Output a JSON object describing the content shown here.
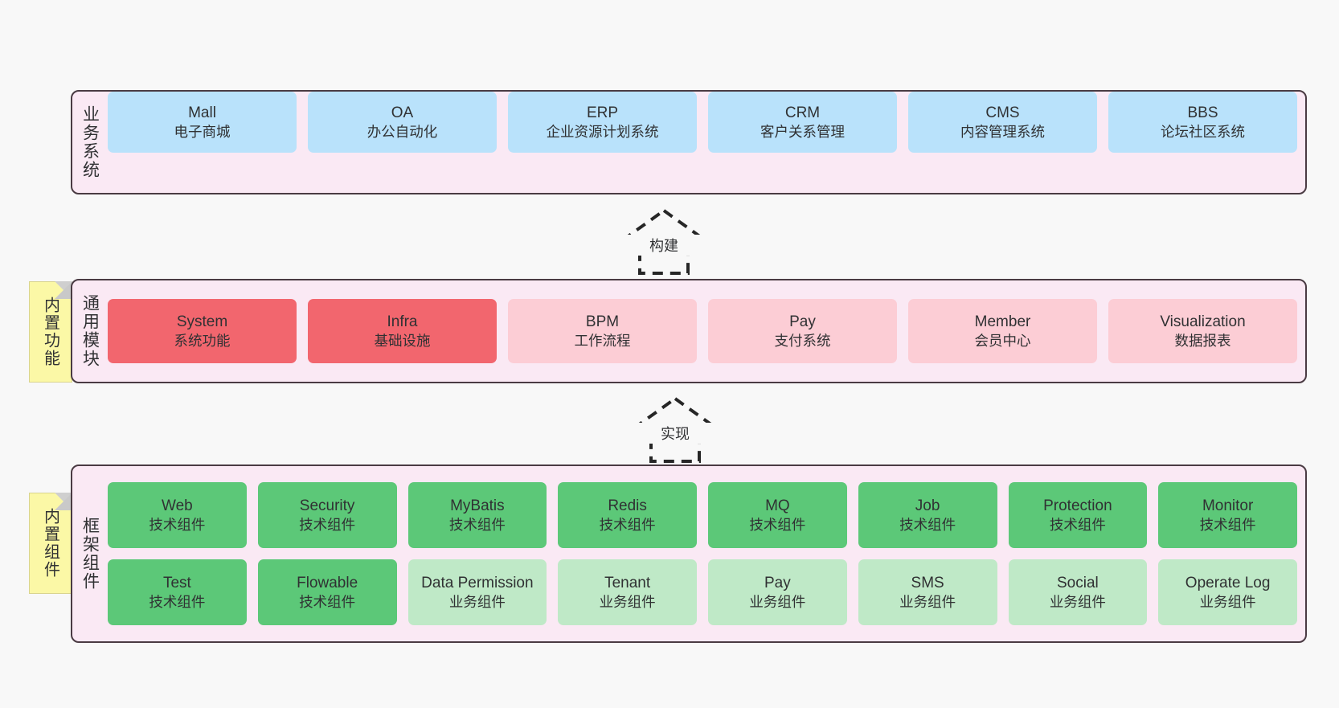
{
  "theme": {
    "page_bg": "#f8f8f8",
    "band_bg": "#fae9f4",
    "band_border": "#4a3b43",
    "blue": "#b9e2fb",
    "red": "#f2666e",
    "pink": "#fccdd5",
    "green": "#5cc878",
    "green_lite": "#bfe9c7",
    "sticky_yellow": "#fbf8a6"
  },
  "layers": {
    "business": {
      "title": "业务系统",
      "cards": [
        {
          "name": "Mall",
          "desc": "电子商城"
        },
        {
          "name": "OA",
          "desc": "办公自动化"
        },
        {
          "name": "ERP",
          "desc": "企业资源计划系统"
        },
        {
          "name": "CRM",
          "desc": "客户关系管理"
        },
        {
          "name": "CMS",
          "desc": "内容管理系统"
        },
        {
          "name": "BBS",
          "desc": "论坛社区系统"
        }
      ]
    },
    "common": {
      "title": "通用模块",
      "sticky": "内置功能",
      "cards": [
        {
          "name": "System",
          "desc": "系统功能"
        },
        {
          "name": "Infra",
          "desc": "基础设施"
        },
        {
          "name": "BPM",
          "desc": "工作流程"
        },
        {
          "name": "Pay",
          "desc": "支付系统"
        },
        {
          "name": "Member",
          "desc": "会员中心"
        },
        {
          "name": "Visualization",
          "desc": "数据报表"
        }
      ]
    },
    "framework": {
      "title": "框架组件",
      "sticky": "内置组件",
      "row1": [
        {
          "name": "Web",
          "desc": "技术组件"
        },
        {
          "name": "Security",
          "desc": "技术组件"
        },
        {
          "name": "MyBatis",
          "desc": "技术组件"
        },
        {
          "name": "Redis",
          "desc": "技术组件"
        },
        {
          "name": "MQ",
          "desc": "技术组件"
        },
        {
          "name": "Job",
          "desc": "技术组件"
        },
        {
          "name": "Protection",
          "desc": "技术组件"
        },
        {
          "name": "Monitor",
          "desc": "技术组件"
        }
      ],
      "row2": [
        {
          "name": "Test",
          "desc": "技术组件"
        },
        {
          "name": "Flowable",
          "desc": "技术组件"
        },
        {
          "name": "Data Permission",
          "desc": "业务组件"
        },
        {
          "name": "Tenant",
          "desc": "业务组件"
        },
        {
          "name": "Pay",
          "desc": "业务组件"
        },
        {
          "name": "SMS",
          "desc": "业务组件"
        },
        {
          "name": "Social",
          "desc": "业务组件"
        },
        {
          "name": "Operate Log",
          "desc": "业务组件"
        }
      ]
    }
  },
  "arrows": {
    "build": "构建",
    "implement": "实现"
  }
}
